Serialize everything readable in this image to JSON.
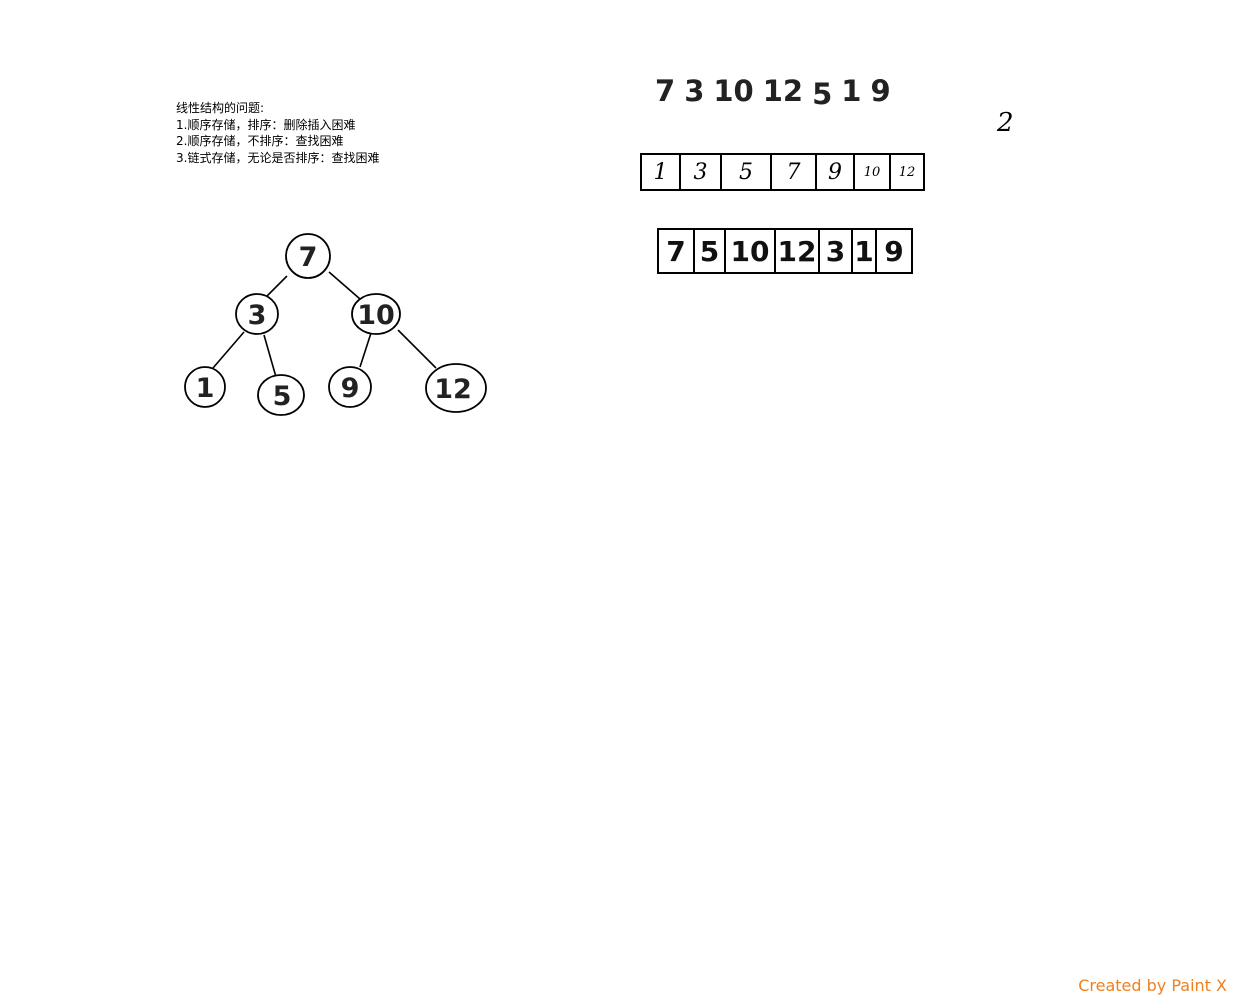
{
  "notes": {
    "title": "线性结构的问题:",
    "line1": "1.顺序存储，排序：删除插入困难",
    "line2": "2.顺序存储，不排序：查找困难",
    "line3": "3.链式存储，无论是否排序：查找困难"
  },
  "tree": {
    "root": "7",
    "left": "3",
    "right": "10",
    "left_left": "1",
    "left_right": "5",
    "right_left": "9",
    "right_right": "12"
  },
  "sequence": [
    "7",
    "3",
    "10",
    "12",
    "5",
    "1",
    "9"
  ],
  "sorted_array": [
    "1",
    "3",
    "5",
    "7",
    "9",
    "10",
    "12"
  ],
  "unsorted_array": [
    "7",
    "5",
    "10",
    "12",
    "3",
    "1",
    "9"
  ],
  "handwritten_mark": "2",
  "footer": "Created by Paint X"
}
